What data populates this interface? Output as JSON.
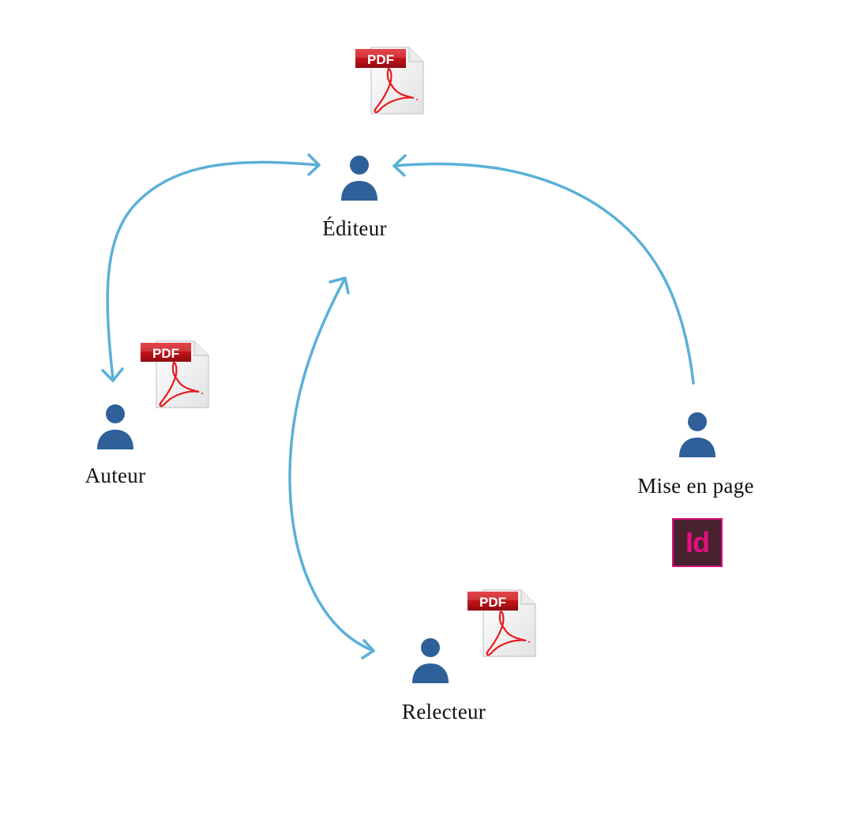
{
  "diagram": {
    "title": "",
    "colors": {
      "arrow": "#5ab0d8",
      "person": "#2f6099",
      "pdf_banner": "#c9141b",
      "pdf_logo": "#e8191f",
      "indesign_bg": "#49222f",
      "indesign_accent": "#d6107b"
    },
    "nodes": [
      {
        "id": "editeur",
        "label": "Éditeur",
        "icon": "person-icon",
        "attachment": "pdf-file-icon"
      },
      {
        "id": "auteur",
        "label": "Auteur",
        "icon": "person-icon",
        "attachment": "pdf-file-icon"
      },
      {
        "id": "relecteur",
        "label": "Relecteur",
        "icon": "person-icon",
        "attachment": "pdf-file-icon"
      },
      {
        "id": "mise_en_page",
        "label": "Mise en page",
        "icon": "person-icon",
        "attachment": "indesign-icon"
      }
    ],
    "edges": [
      {
        "from": "editeur",
        "to": "auteur",
        "direction": "bidirectional"
      },
      {
        "from": "editeur",
        "to": "relecteur",
        "direction": "bidirectional"
      },
      {
        "from": "mise_en_page",
        "to": "editeur",
        "direction": "one-way"
      }
    ],
    "pdf_badge_text": "PDF",
    "indesign_text": "Id"
  }
}
